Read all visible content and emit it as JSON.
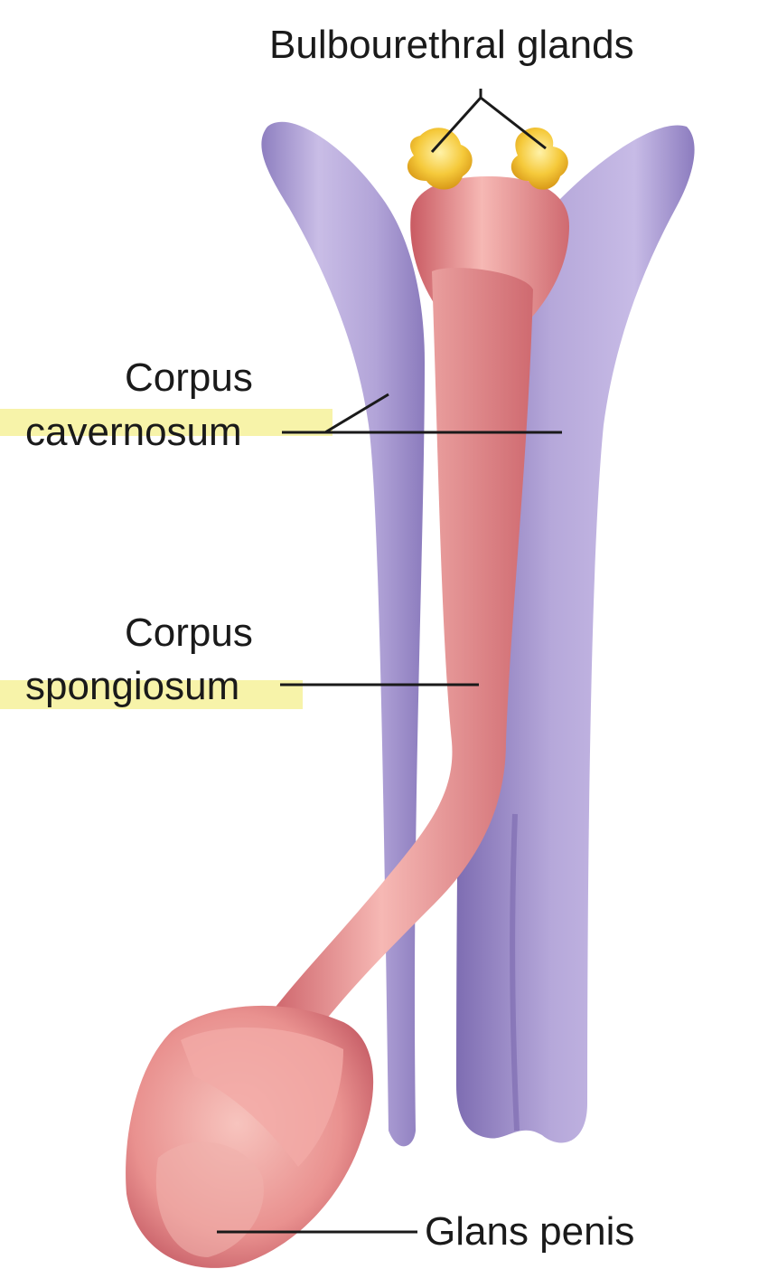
{
  "labels": {
    "bulbourethral": "Bulbourethral glands",
    "cavernosum_line1": "Corpus",
    "cavernosum_line2": "cavernosum",
    "spongiosum_line1": "Corpus",
    "spongiosum_line2": "spongiosum",
    "glans": "Glans penis"
  },
  "colors": {
    "cavernosum": "#a99bd0",
    "spongiosum": "#e58a8e",
    "gland": "#f3c33b",
    "highlight": "#f6f19a",
    "leader": "#1a1a1a"
  }
}
